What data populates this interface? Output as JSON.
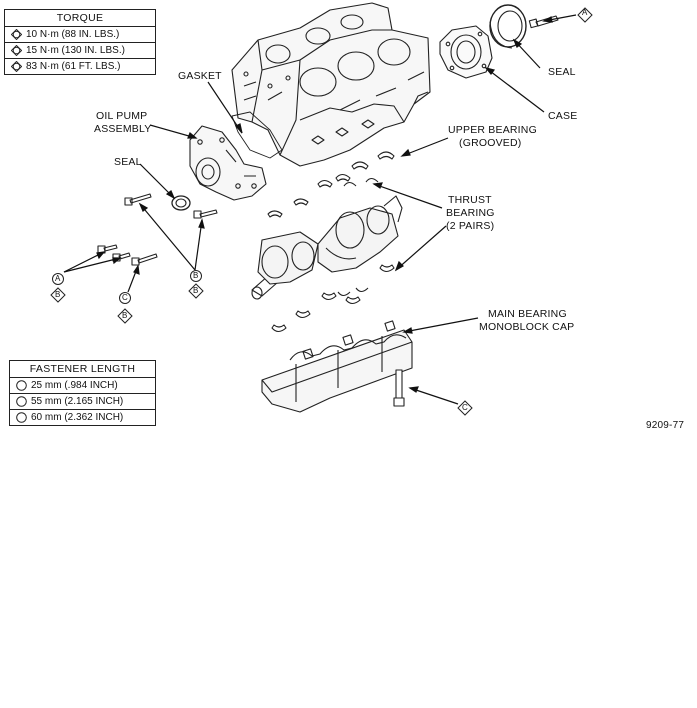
{
  "torque_table": {
    "title": "TORQUE",
    "rows": [
      {
        "symbol": "A",
        "text": "10 N·m (88 IN. LBS.)"
      },
      {
        "symbol": "B",
        "text": "15 N·m (130 IN. LBS.)"
      },
      {
        "symbol": "C",
        "text": "83 N·m (61 FT. LBS.)"
      }
    ]
  },
  "fastener_table": {
    "title": "FASTENER LENGTH",
    "rows": [
      {
        "symbol": "A",
        "text": "25 mm (.984 INCH)"
      },
      {
        "symbol": "B",
        "text": "55 mm (2.165 INCH)"
      },
      {
        "symbol": "C",
        "text": "60 mm (2.362 INCH)"
      }
    ]
  },
  "labels": {
    "gasket": "GASKET",
    "oil_pump_1": "OIL PUMP",
    "oil_pump_2": "ASSEMBLY",
    "seal_left": "SEAL",
    "seal_right": "SEAL",
    "case": "CASE",
    "upper_bearing_1": "UPPER BEARING",
    "upper_bearing_2": "(GROOVED)",
    "thrust_1": "THRUST",
    "thrust_2": "BEARING",
    "thrust_3": "(2 PAIRS)",
    "main_cap_1": "MAIN BEARING",
    "main_cap_2": "MONOBLOCK CAP"
  },
  "callouts": {
    "a": "A",
    "b": "B",
    "c": "C"
  },
  "figure_ref": "9209-77"
}
